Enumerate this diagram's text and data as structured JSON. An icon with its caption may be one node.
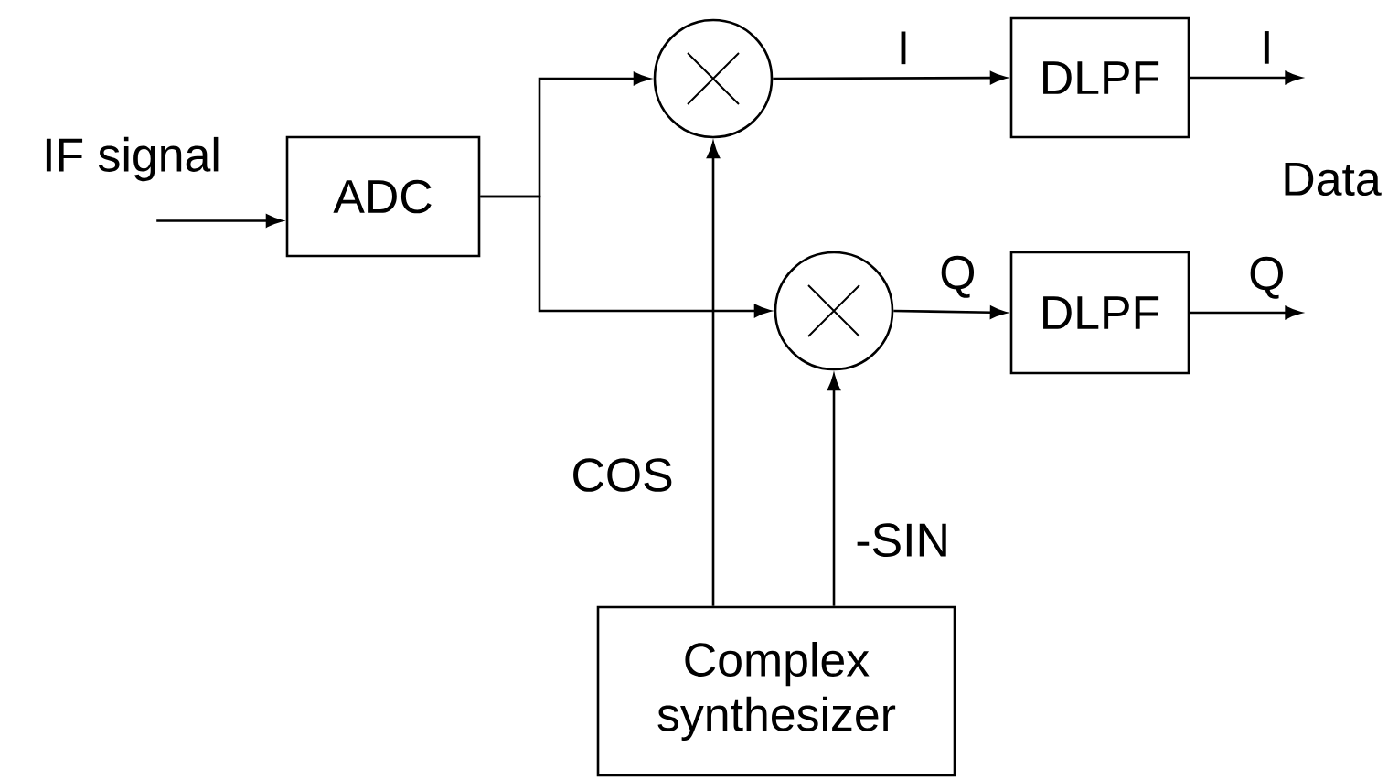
{
  "diagram": {
    "nodes": [
      {
        "text": [
          "IF signal"
        ]
      },
      {
        "text": [
          "ADC"
        ]
      },
      {
        "text": [],
        "shape": "circle"
      },
      {
        "text": [
          "DLPF"
        ]
      },
      {
        "text": [],
        "shape": "circle"
      },
      {
        "text": [
          "DLPF"
        ]
      },
      {
        "text": [
          "Complex synthesizer"
        ]
      }
    ],
    "edges": [
      {
        "from": 0,
        "to": 1,
        "arrow": "to"
      },
      {
        "from": 1,
        "to": 2,
        "arrow": "to"
      },
      {
        "from": 1,
        "to": 4,
        "arrow": "to"
      },
      {
        "from": 2,
        "to": 3,
        "arrow": "to",
        "label": "I"
      },
      {
        "from": 4,
        "to": 5,
        "arrow": "to",
        "label": "Q"
      },
      {
        "from": 3,
        "to": null,
        "arrow": "to",
        "label": "I"
      },
      {
        "from": 5,
        "to": null,
        "arrow": "to",
        "label": "Q"
      },
      {
        "from": 6,
        "to": 2,
        "arrow": "to",
        "label": "COS"
      },
      {
        "from": 6,
        "to": 4,
        "arrow": "to",
        "label": "-SIN"
      }
    ],
    "labels": [
      "Data"
    ]
  }
}
